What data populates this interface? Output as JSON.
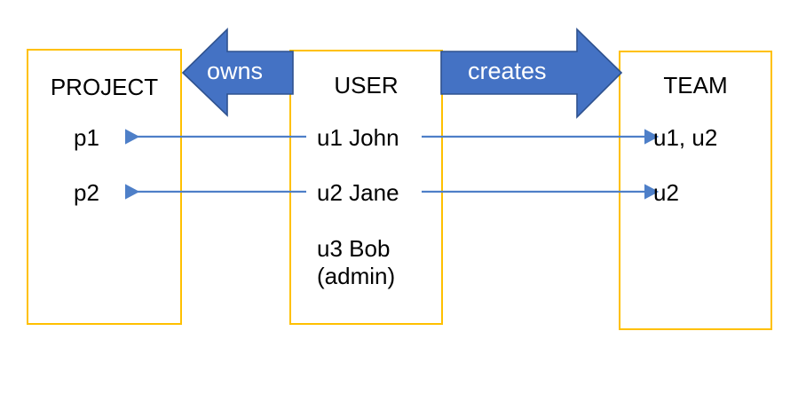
{
  "diagram": {
    "title": "USER owns PROJECT and creates TEAM relationship diagram",
    "colors": {
      "entity_border": "#FFC000",
      "relationship_arrow": "#4472C4",
      "relationship_arrow_outline": "#2F528F",
      "connector_line": "#4E7FC8",
      "text": "#000000",
      "relationship_label_text": "#FFFFFF",
      "background": "#FFFFFF"
    },
    "entities": [
      {
        "id": "project",
        "title": "PROJECT",
        "rows": [
          "p1",
          "p2"
        ]
      },
      {
        "id": "user",
        "title": "USER",
        "rows": [
          "u1 John",
          "u2 Jane",
          "u3 Bob\n(admin)"
        ]
      },
      {
        "id": "team",
        "title": "TEAM",
        "rows": [
          "u1, u2",
          "u2"
        ]
      }
    ],
    "relationships": [
      {
        "id": "owns",
        "label": "owns",
        "from": "user",
        "to": "project",
        "direction": "left"
      },
      {
        "id": "creates",
        "label": "creates",
        "from": "user",
        "to": "team",
        "direction": "right"
      }
    ],
    "connectors": [
      {
        "id": "u1-to-p1",
        "from": "u1 John",
        "to": "p1",
        "direction": "left"
      },
      {
        "id": "u2-to-p2",
        "from": "u2 Jane",
        "to": "p2",
        "direction": "left"
      },
      {
        "id": "u1-to-team1",
        "from": "u1 John",
        "to": "u1, u2",
        "direction": "right"
      },
      {
        "id": "u2-to-team2",
        "from": "u2 Jane",
        "to": "u2",
        "direction": "right"
      }
    ]
  }
}
